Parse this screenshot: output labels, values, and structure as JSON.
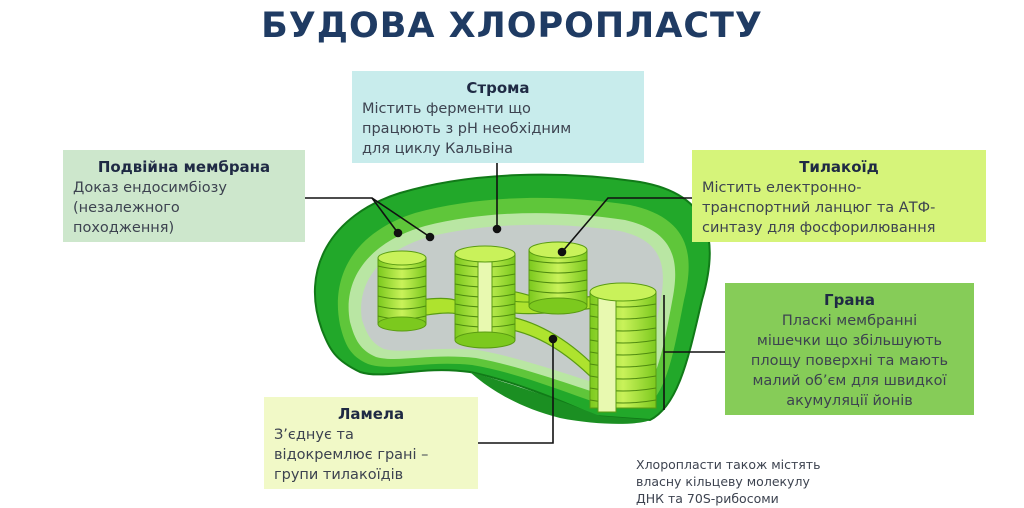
{
  "title": "БУДОВА ХЛОРОПЛАСТУ",
  "labels": {
    "stroma": {
      "heading": "Строма",
      "lines": [
        "Містить ферменти що",
        "працюють з pH необхідним",
        "для циклу Кальвіна"
      ]
    },
    "membrane": {
      "heading": "Подвійна мембрана",
      "lines": [
        "Доказ ендосимбіозу",
        "(незалежного",
        "походження)"
      ]
    },
    "thylakoid": {
      "heading": "Тилакоїд",
      "lines": [
        "Містить електронно-",
        "транспортний ланцюг та АТФ-",
        "синтазу для фосфорилювання"
      ]
    },
    "grana": {
      "heading": "Грана",
      "lines": [
        "Пласкі мембранні",
        "мішечки що збільшують",
        "площу поверхні та мають",
        "малий об’єм для швидкої",
        "акумуляції йонів"
      ]
    },
    "lamella": {
      "heading": "Ламела",
      "lines": [
        "З’єднує та",
        "відокремлює грані –",
        "групи тилакоїдів"
      ]
    }
  },
  "note": {
    "lines": [
      "Хлоропласти також містять",
      "власну кільцеву молекулу",
      "ДНК та 70S-рибосоми"
    ]
  },
  "colors": {
    "title": "#1f3b63",
    "outer_membrane": "#22a82a",
    "inner_membrane": "#b9e6a3",
    "stroma_fill": "#c5ccc9",
    "thylakoid_green": "#aee32e",
    "stroma_box": "#c8ecec",
    "membrane_box": "#cde7cc",
    "thylakoid_box": "#d6f47a",
    "grana_box": "#86cc58",
    "lamella_box": "#f1f9c7"
  }
}
